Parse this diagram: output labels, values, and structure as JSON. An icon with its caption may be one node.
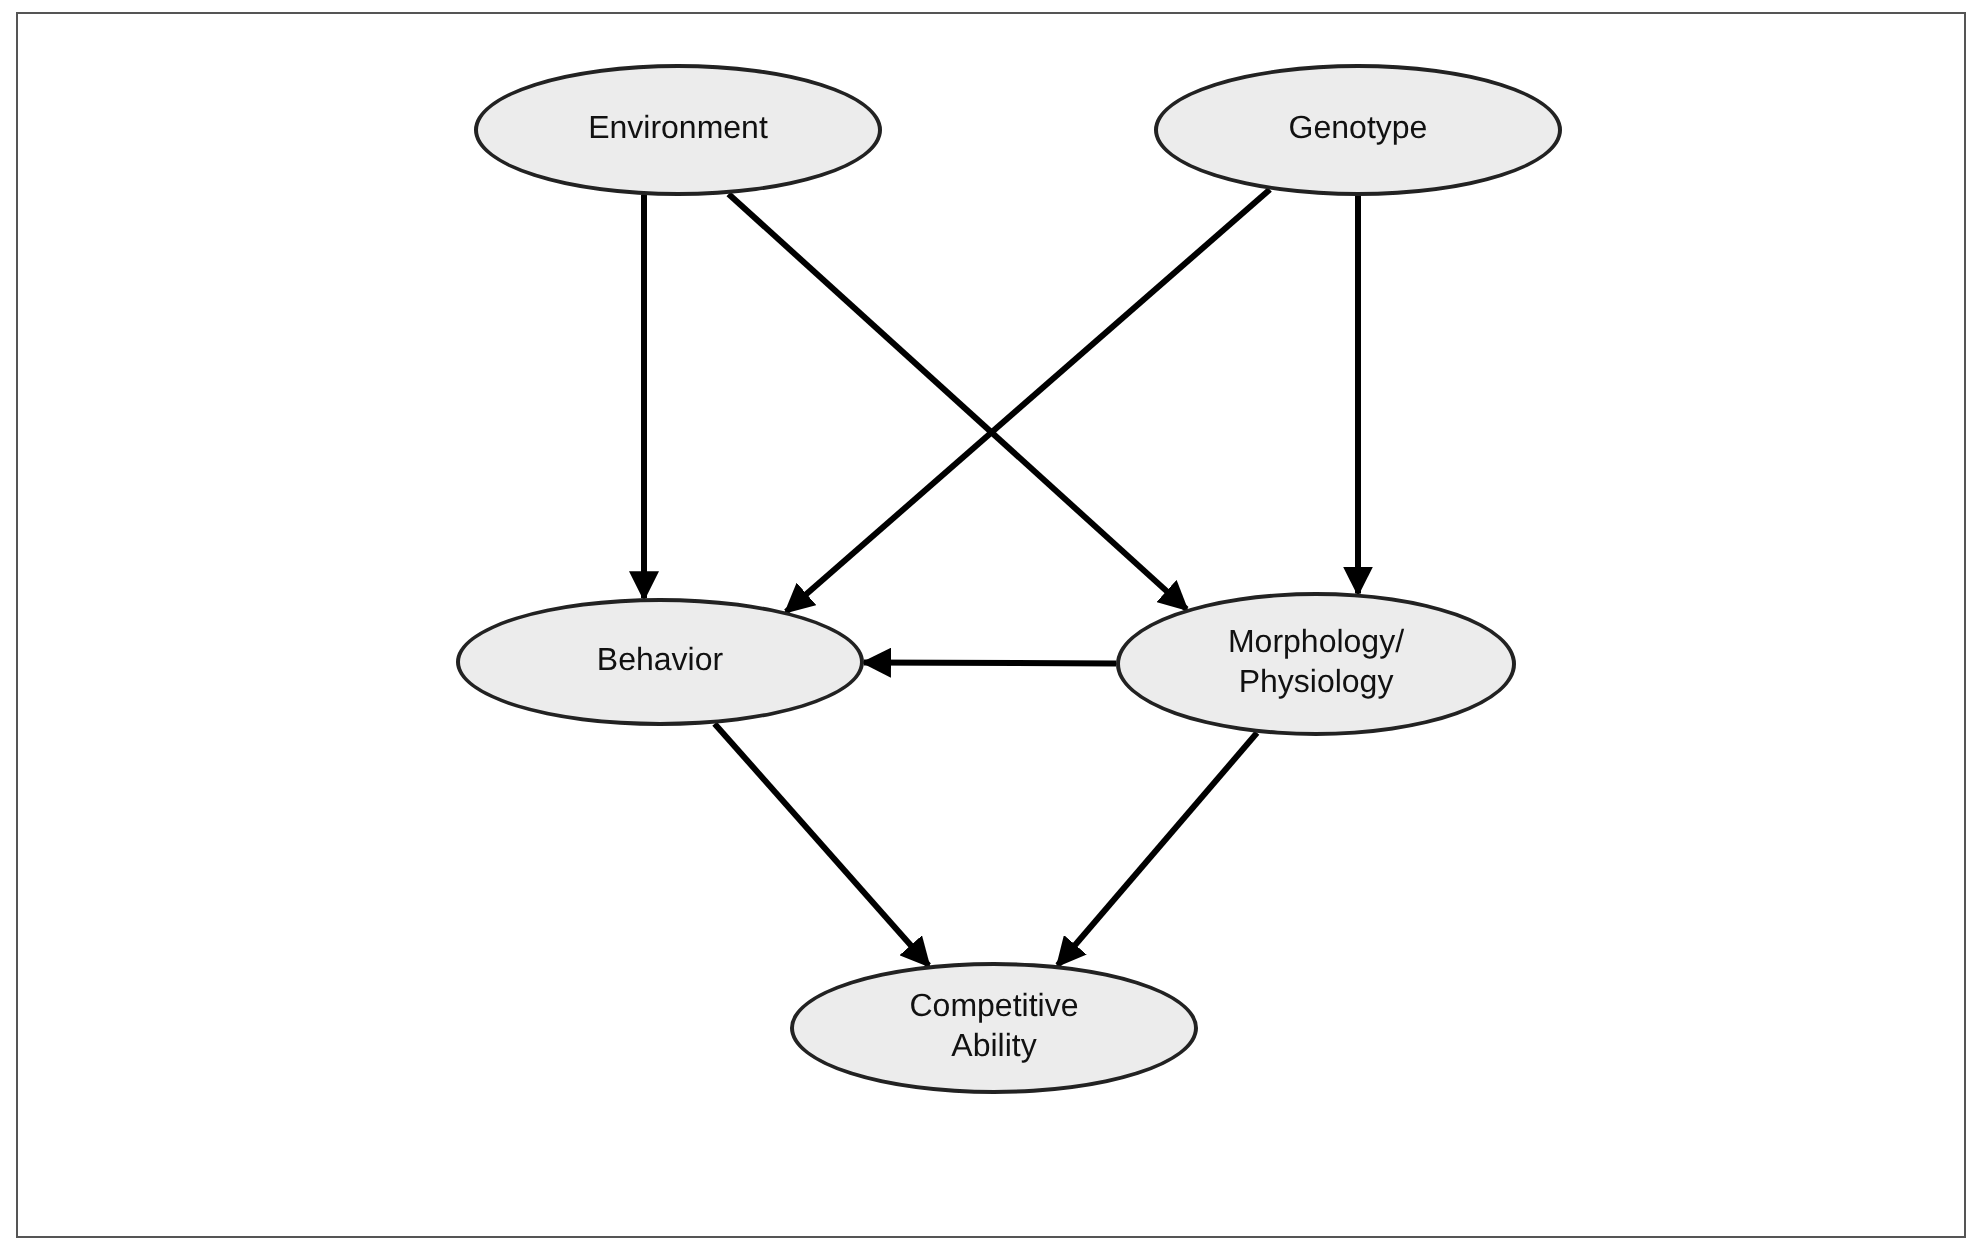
{
  "diagram": {
    "nodes": [
      {
        "text": [
          "Environment"
        ]
      },
      {
        "text": [
          "Genotype"
        ]
      },
      {
        "text": [
          "Behavior"
        ]
      },
      {
        "text": [
          "Morphology/ Physiology"
        ]
      },
      {
        "text": [
          "Competitive Ability"
        ]
      }
    ],
    "edges": [
      {
        "from": 0,
        "to": 2,
        "arrow": "to"
      },
      {
        "from": 0,
        "to": 3,
        "arrow": "to"
      },
      {
        "from": 1,
        "to": 2,
        "arrow": "to"
      },
      {
        "from": 1,
        "to": 3,
        "arrow": "to"
      },
      {
        "from": 3,
        "to": 2,
        "arrow": "to"
      },
      {
        "from": 2,
        "to": 4,
        "arrow": "to"
      },
      {
        "from": 3,
        "to": 4,
        "arrow": "to"
      }
    ]
  }
}
